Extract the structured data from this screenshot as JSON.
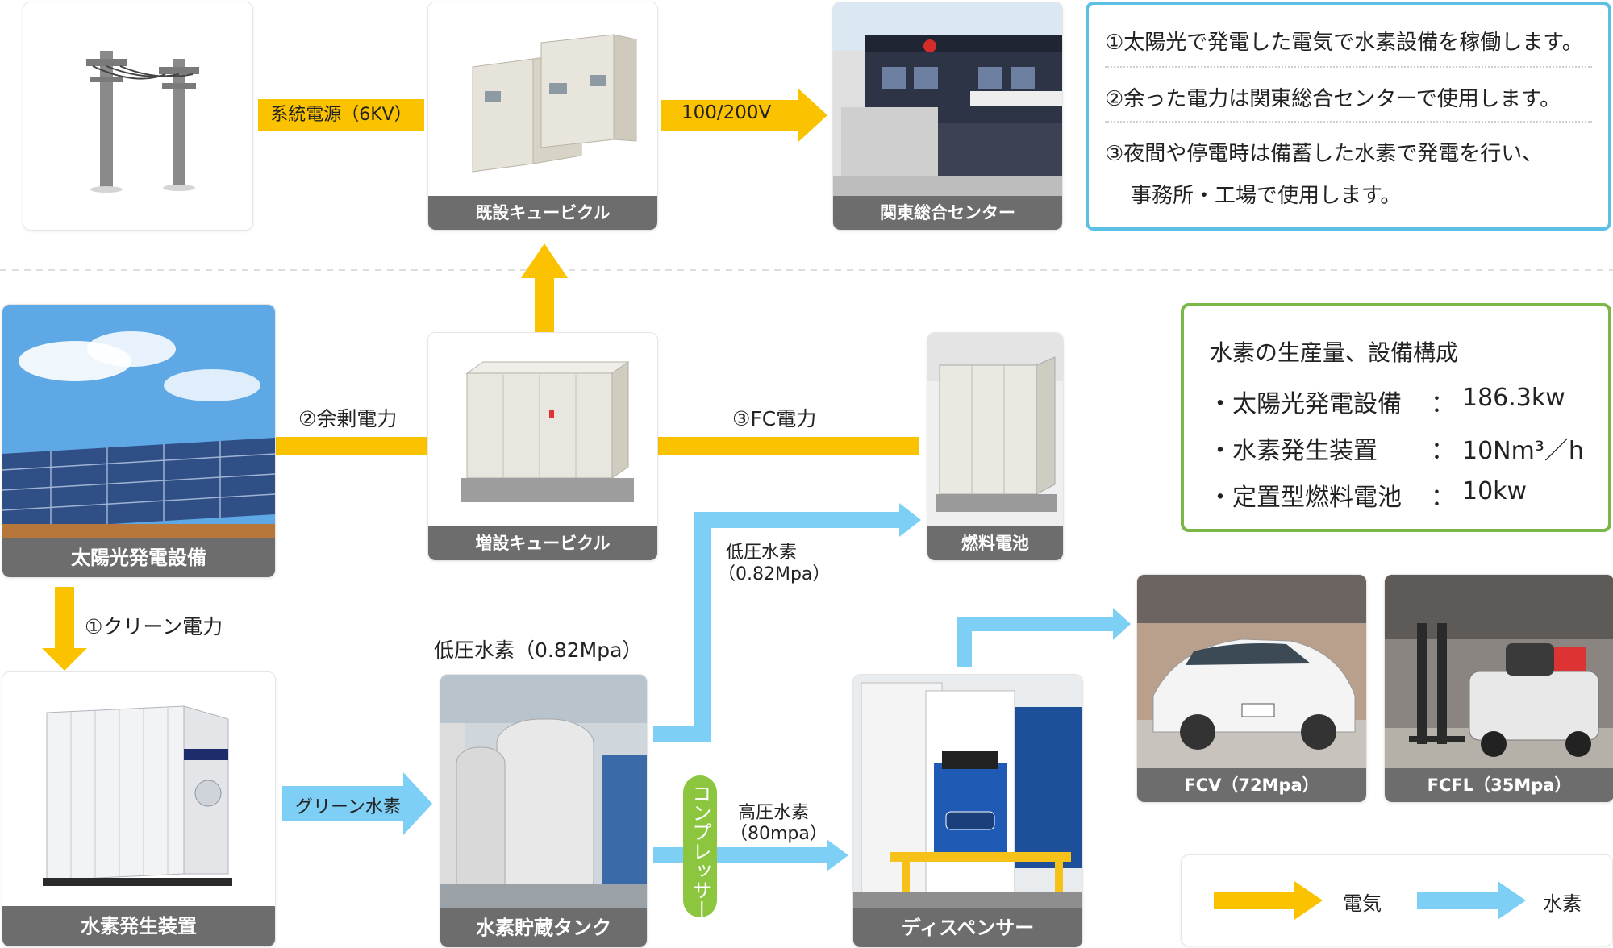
{
  "colors": {
    "electric": "#fbc200",
    "hydrogen": "#7ecff5",
    "caption_bg": "#6d6d6d",
    "notes_border": "#5bc0e3",
    "spec_border": "#7ab648",
    "compressor": "#8cc63f"
  },
  "nodes": {
    "poles": {
      "caption": ""
    },
    "existing_cubicle": {
      "caption": "既設キュービクル"
    },
    "kanto_center": {
      "caption": "関東総合センター"
    },
    "solar": {
      "caption": "太陽光発電設備"
    },
    "added_cubicle": {
      "caption": "増設キュービクル"
    },
    "fuel_cell": {
      "caption": "燃料電池"
    },
    "electrolyzer": {
      "caption": "水素発生装置"
    },
    "storage_tank": {
      "caption": "水素貯蔵タンク"
    },
    "dispenser": {
      "caption": "ディスペンサー"
    },
    "fcv": {
      "caption": "FCV（72Mpa）"
    },
    "fcfl": {
      "caption": "FCFL（35Mpa）"
    }
  },
  "flows": {
    "grid_power": "系統電源（6KV）",
    "voltage": "100/200V",
    "surplus_power": "②余剰電力",
    "fc_power": "③FC電力",
    "clean_power": "①クリーン電力",
    "green_hydrogen": "グリーン水素",
    "low_pressure_tank": "低圧水素（0.82Mpa）",
    "low_pressure_fc_1": "低圧水素",
    "low_pressure_fc_2": "（0.82Mpa）",
    "compressor": "コンプレッサー",
    "high_pressure_1": "高圧水素",
    "high_pressure_2": "（80mpa）"
  },
  "notes": {
    "line1": "①太陽光で発電した電気で水素設備を稼働します。",
    "line2": "②余った電力は関東総合センターで使用します。",
    "line3": "③夜間や停電時は備蓄した水素で発電を行い、",
    "line4": "事務所・工場で使用します。"
  },
  "spec": {
    "title": "水素の生産量、設備構成",
    "items": [
      {
        "bullet": "・",
        "name": "太陽光発電設備",
        "sep": "：",
        "value": "186.3kw"
      },
      {
        "bullet": "・",
        "name": "水素発生装置",
        "sep": "：",
        "value": "10Nm³／h"
      },
      {
        "bullet": "・",
        "name": "定置型燃料電池",
        "sep": "：",
        "value": "10kw"
      }
    ]
  },
  "legend": {
    "electric": "電気",
    "hydrogen": "水素"
  }
}
